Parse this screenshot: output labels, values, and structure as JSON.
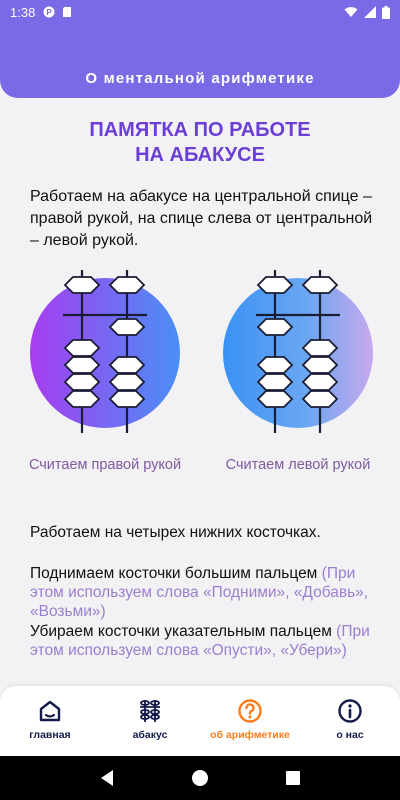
{
  "status_bar": {
    "time": "1:38"
  },
  "header": {
    "title": "О ментальной арифметике"
  },
  "page": {
    "title_line1": "ПАМЯТКА ПО РАБОТЕ",
    "title_line2": "НА АБАКУСЕ",
    "intro": "Работаем на абакусе на центральной спице – правой рукой, на спице слева от центральной – левой рукой.",
    "caption_right_hand": "Считаем правой рукой",
    "caption_left_hand": "Считаем левой рукой",
    "para1": "Работаем на четырех нижних косточках.",
    "para2_main": "Поднимаем косточки большим пальцем",
    "para2_note": "(При этом используем слова «Подними», «Добавь», «Возьми»)",
    "para3_main": "Убираем косточки указательным пальцем",
    "para3_note": "(При этом используем слова «Опусти», «Убери»)"
  },
  "colors": {
    "header": "#7b6ae6",
    "title": "#6b3fd6",
    "caption": "#7f5c9e",
    "note": "#9a7fd0",
    "nav_active": "#ff7b1a",
    "nav_default": "#141a4a"
  },
  "bottom_nav": [
    {
      "label": "главная",
      "icon": "home-icon"
    },
    {
      "label": "абакус",
      "icon": "abacus-icon"
    },
    {
      "label": "об арифметике",
      "icon": "question-icon",
      "active": true
    },
    {
      "label": "о нас",
      "icon": "info-icon"
    }
  ]
}
